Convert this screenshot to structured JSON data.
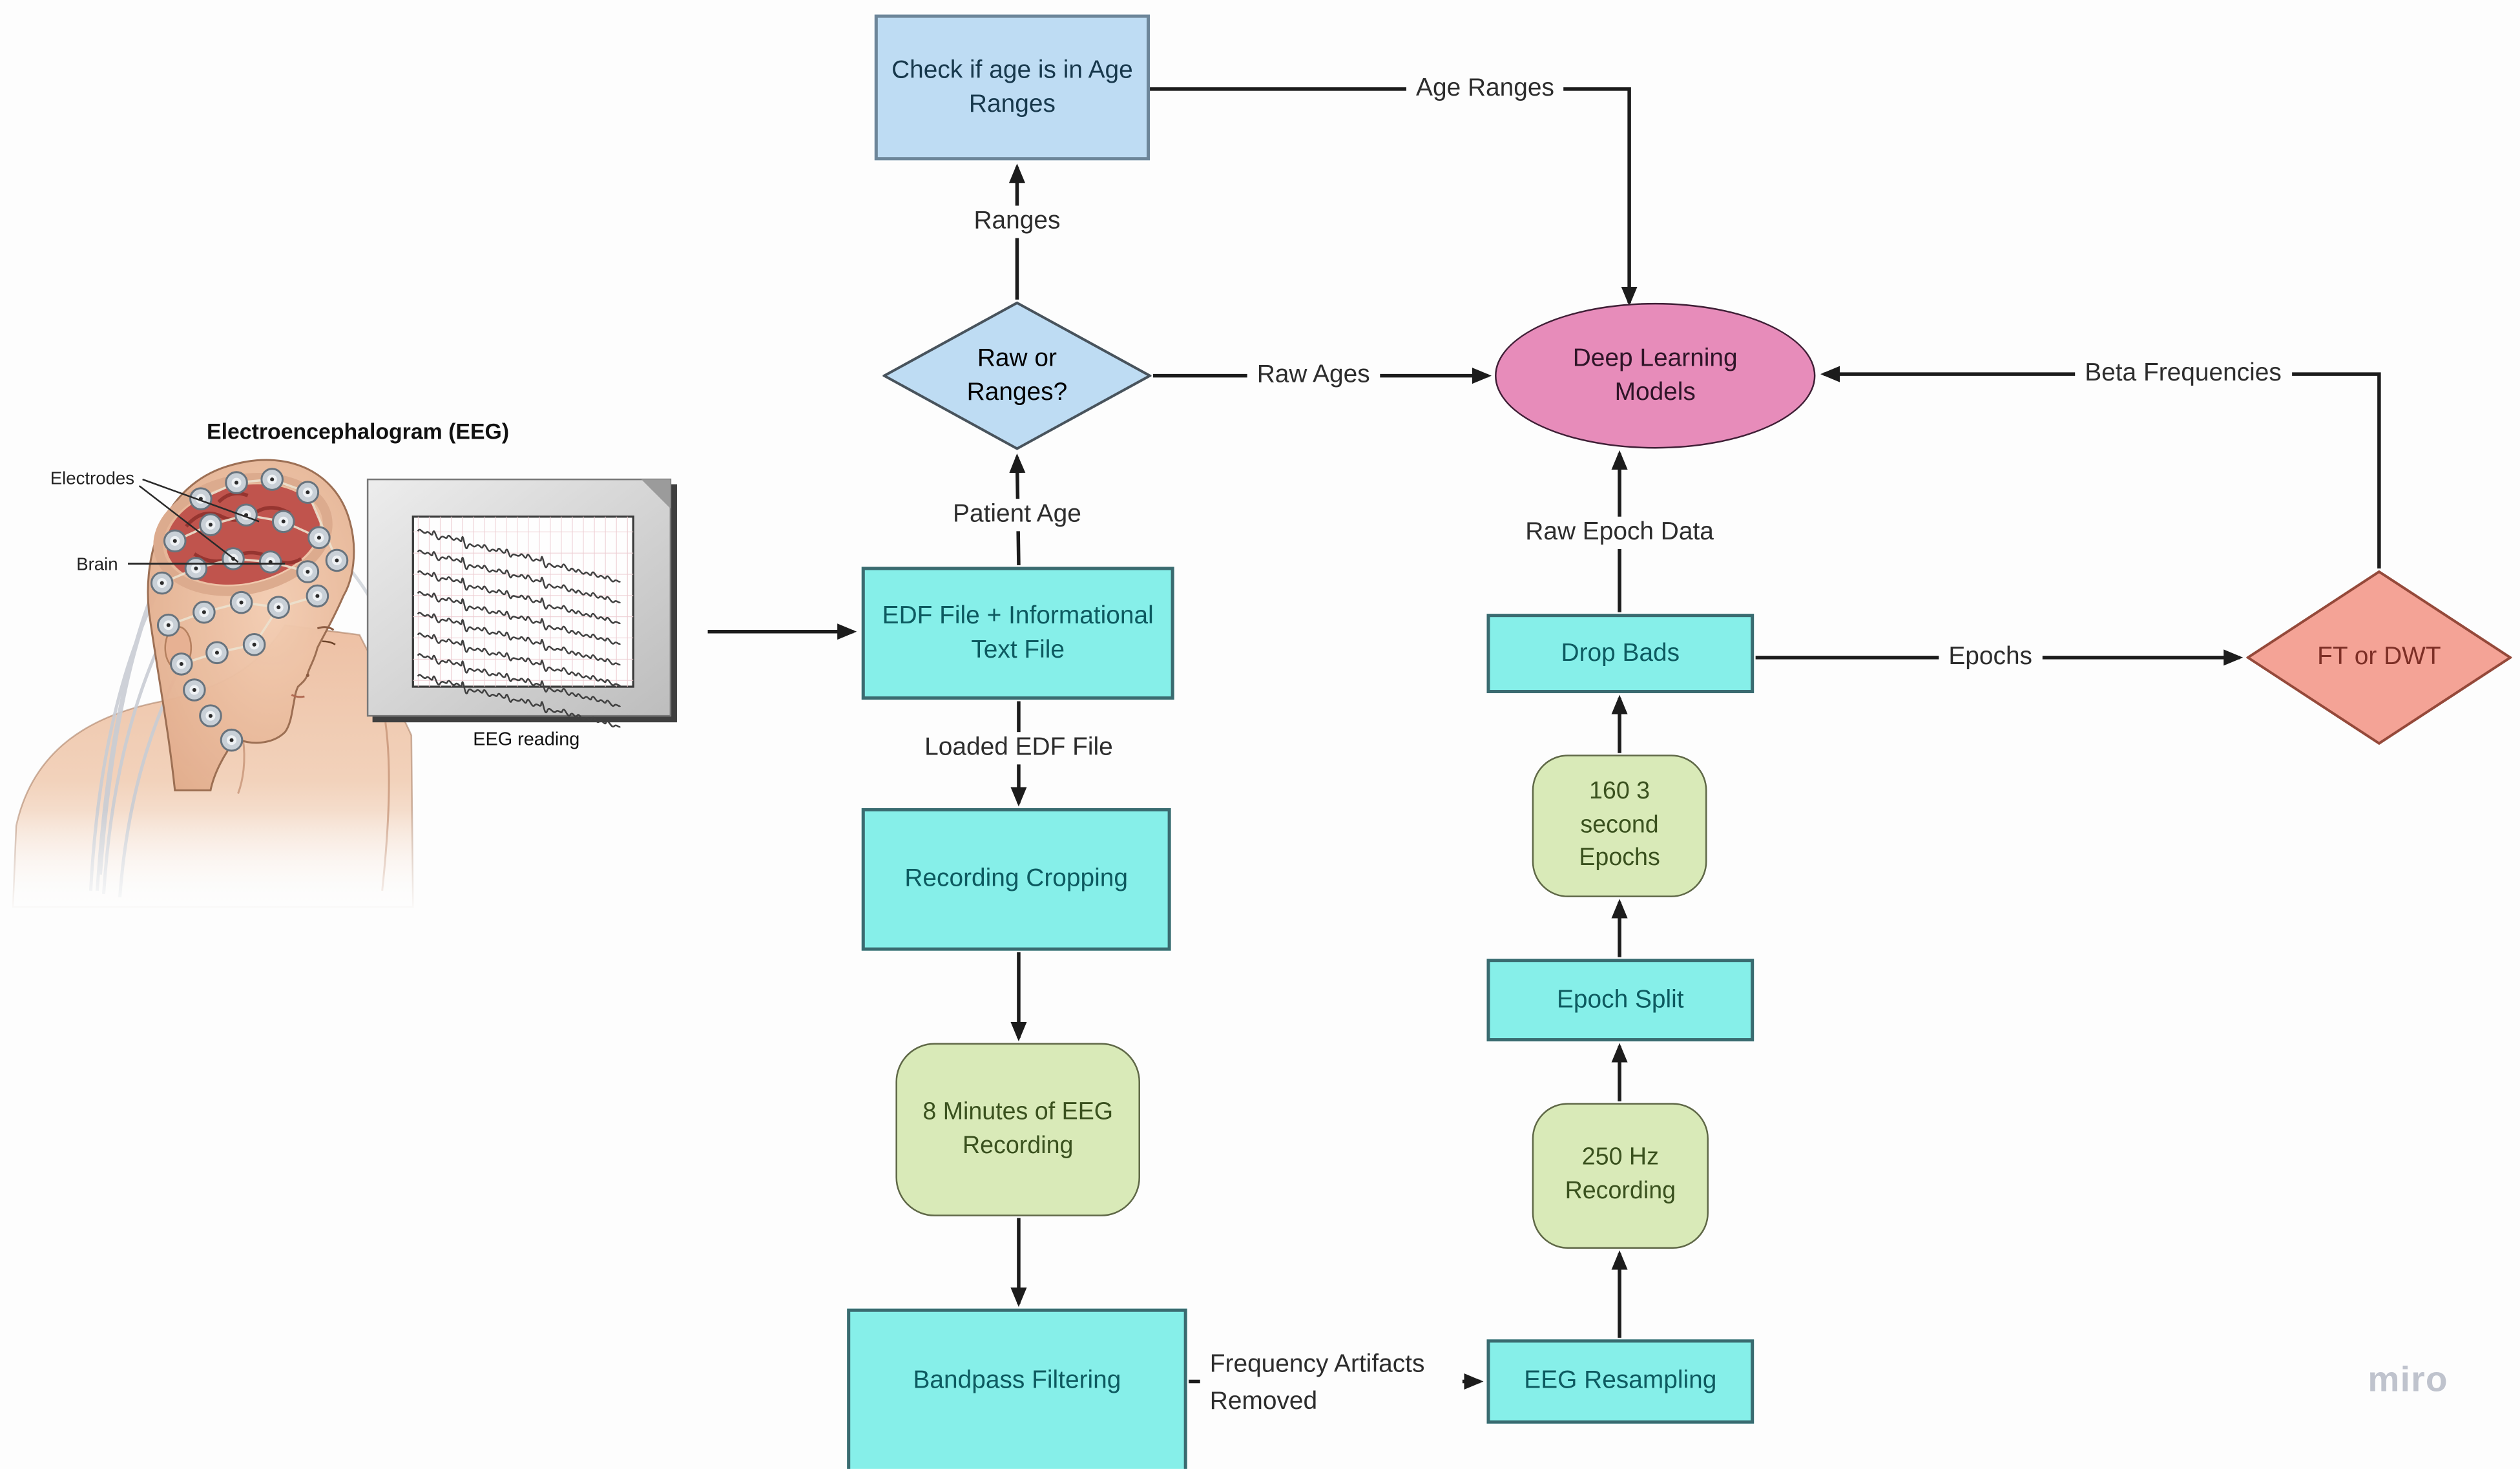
{
  "watermark": "miro",
  "illustration": {
    "title": "Electroencephalogram (EEG)",
    "electrodes_label": "Electrodes",
    "brain_label": "Brain",
    "caption": "EEG reading"
  },
  "nodes": {
    "check_age": {
      "label": "Check if age is in Age Ranges",
      "shape": "rectangle",
      "color": "#bedcf3"
    },
    "raw_or_ranges": {
      "label": "Raw or Ranges?",
      "shape": "diamond",
      "color": "#bedcf3"
    },
    "deep_learning": {
      "label": "Deep Learning Models",
      "shape": "ellipse",
      "color": "#e78cba"
    },
    "edf_file": {
      "label": "EDF File + Informational Text File",
      "shape": "rectangle",
      "color": "#86efe9"
    },
    "recording_cropping": {
      "label": "Recording Cropping",
      "shape": "rectangle",
      "color": "#86efe9"
    },
    "eight_minutes": {
      "label": "8 Minutes of EEG Recording",
      "shape": "rounded",
      "color": "#d9eab8"
    },
    "bandpass_filtering": {
      "label": "Bandpass Filtering",
      "shape": "rectangle",
      "color": "#86efe9"
    },
    "eeg_resampling": {
      "label": "EEG Resampling",
      "shape": "rectangle",
      "color": "#86efe9"
    },
    "hz_250": {
      "label": "250 Hz Recording",
      "shape": "rounded",
      "color": "#d9eab8"
    },
    "epoch_split": {
      "label": "Epoch Split",
      "shape": "rectangle",
      "color": "#86efe9"
    },
    "epochs_160": {
      "label": "160 3 second Epochs",
      "shape": "rounded",
      "color": "#d9eab8"
    },
    "drop_bads": {
      "label": "Drop Bads",
      "shape": "rectangle",
      "color": "#86efe9"
    },
    "ft_or_dwt": {
      "label": "FT or DWT",
      "shape": "diamond",
      "color": "#f4a396"
    }
  },
  "edge_labels": {
    "ranges": "Ranges",
    "age_ranges": "Age Ranges",
    "raw_ages": "Raw Ages",
    "patient_age": "Patient Age",
    "loaded_edf_file": "Loaded EDF File",
    "frequency_artifacts_removed": "Frequency Artifacts Removed",
    "raw_epoch_data": "Raw Epoch Data",
    "epochs": "Epochs",
    "beta_frequencies": "Beta Frequencies"
  },
  "colors": {
    "blue_fill": "#bedcf3",
    "cyan_fill": "#86efe9",
    "green_fill": "#d9eab8",
    "pink_fill": "#e78cba",
    "salmon_fill": "#f4a396",
    "connector": "#1c1c1c",
    "watermark": "#bfc3cd"
  }
}
